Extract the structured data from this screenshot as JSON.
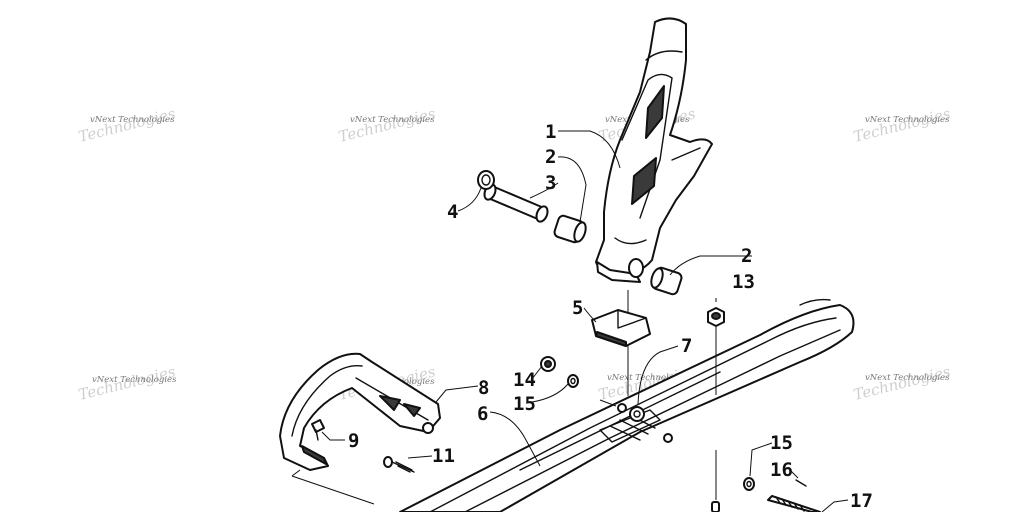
{
  "watermark": {
    "text": "vNext Technologies",
    "ghost_text": "Technologies"
  },
  "callouts": [
    "1",
    "2",
    "3",
    "4",
    "2",
    "13",
    "5",
    "7",
    "14",
    "8",
    "15",
    "6",
    "9",
    "11",
    "15",
    "16",
    "17"
  ]
}
